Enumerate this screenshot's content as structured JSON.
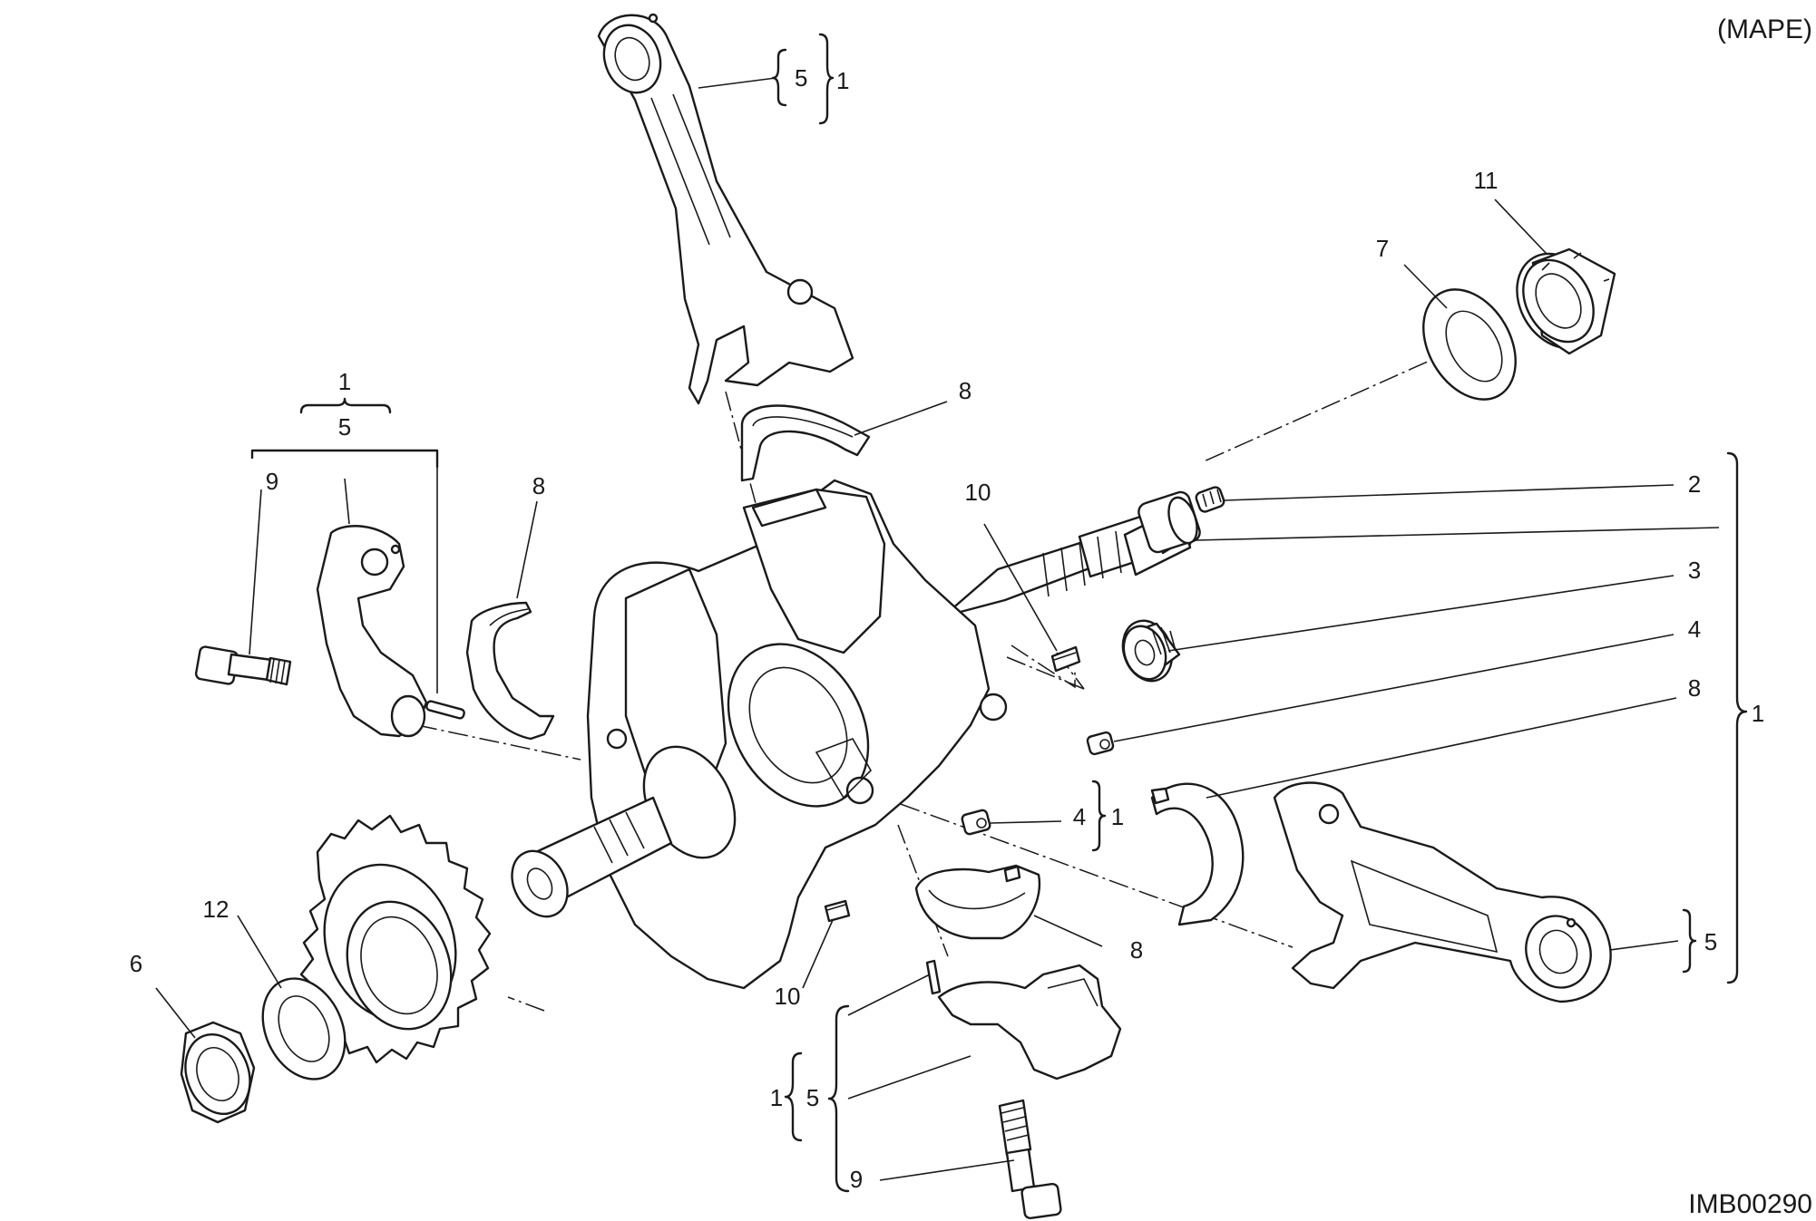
{
  "variant_label": "(MAPE)",
  "drawing_code": "IMB00290",
  "callouts": {
    "rod_top_5": "5",
    "rod_top_1": "1",
    "set_left_1": "1",
    "set_left_5": "5",
    "bolt_left_9": "9",
    "shell_left_8": "8",
    "shell_top_8": "8",
    "key_top_10": "10",
    "washer_7": "7",
    "nut_11": "11",
    "plug_2": "2",
    "plug_3": "3",
    "grub_4": "4",
    "shell_right_8": "8",
    "assembly_1": "1",
    "grub_center_4": "4",
    "grub_center_1": "1",
    "rod_right_5": "5",
    "gear_12": "12",
    "nut_6": "6",
    "key_bottom_10": "10",
    "shell_bottom_8": "8",
    "set_bottom_1": "1",
    "set_bottom_5": "5",
    "bolt_bottom_9": "9"
  },
  "parts": [
    {
      "number": "1",
      "name": "crankshaft-assembly"
    },
    {
      "number": "2",
      "name": "plug"
    },
    {
      "number": "3",
      "name": "plug"
    },
    {
      "number": "4",
      "name": "grub-screw"
    },
    {
      "number": "5",
      "name": "connecting-rod"
    },
    {
      "number": "6",
      "name": "ring-nut"
    },
    {
      "number": "7",
      "name": "washer"
    },
    {
      "number": "8",
      "name": "bearing-shell"
    },
    {
      "number": "9",
      "name": "rod-bolt"
    },
    {
      "number": "10",
      "name": "key"
    },
    {
      "number": "11",
      "name": "ring-nut"
    },
    {
      "number": "12",
      "name": "washer"
    }
  ]
}
